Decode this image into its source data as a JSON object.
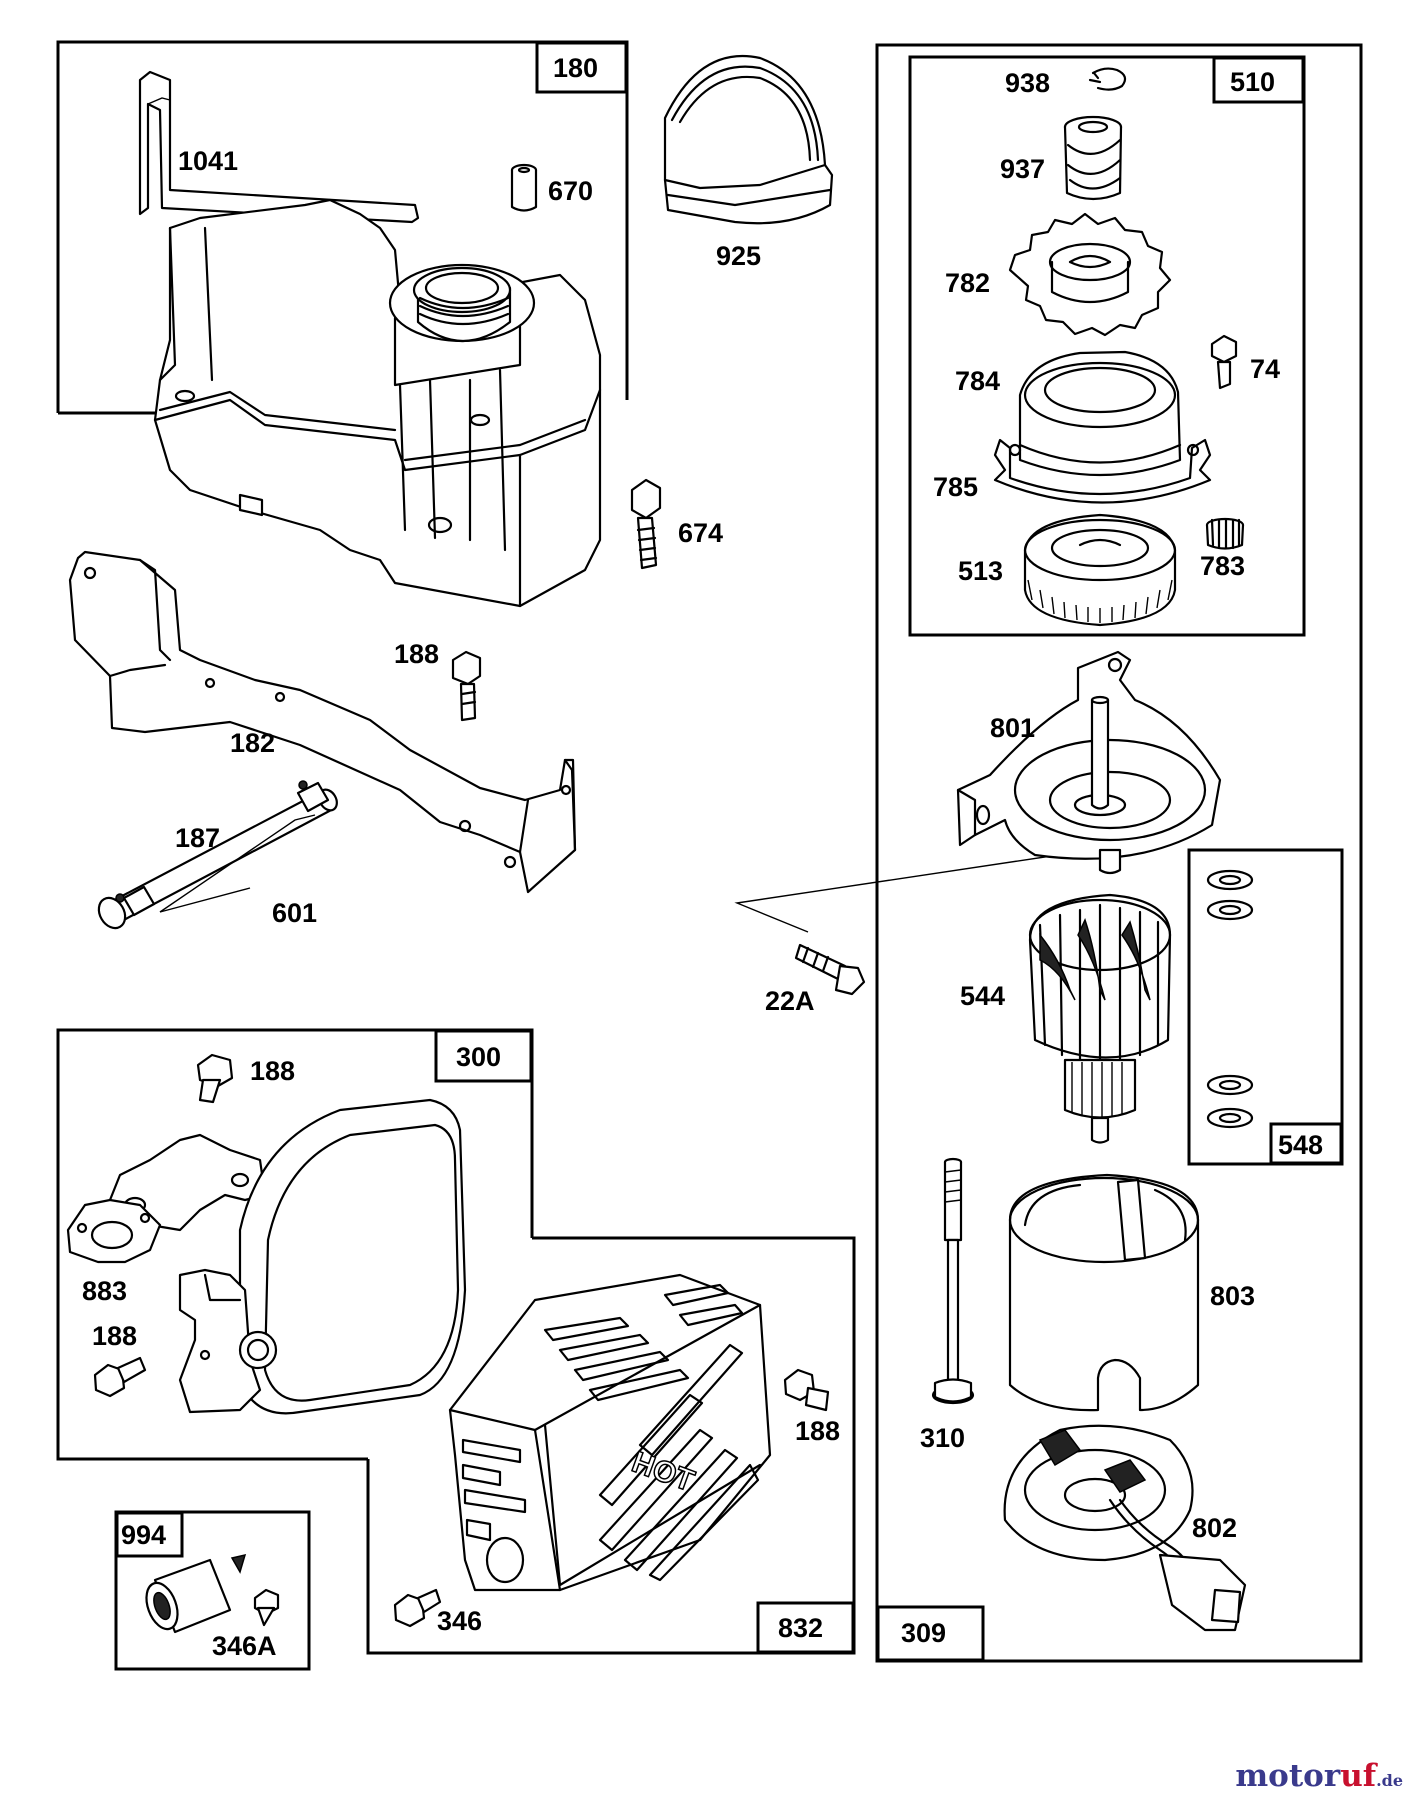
{
  "group_labels": {
    "g180": "180",
    "g510": "510",
    "g300": "300",
    "g832": "832",
    "g994": "994",
    "g548": "548",
    "g309": "309"
  },
  "part_labels": {
    "p1041": "1041",
    "p670": "670",
    "p925": "925",
    "p674": "674",
    "p188a": "188",
    "p182": "182",
    "p187": "187",
    "p601": "601",
    "p22a": "22A",
    "p938": "938",
    "p937": "937",
    "p782": "782",
    "p74": "74",
    "p784": "784",
    "p785": "785",
    "p513": "513",
    "p783": "783",
    "p801": "801",
    "p544": "544",
    "p803": "803",
    "p310": "310",
    "p802": "802",
    "p188b": "188",
    "p883": "883",
    "p188c": "188",
    "p188d": "188",
    "p346": "346",
    "p346a": "346A",
    "hot": "HOT"
  },
  "watermark": {
    "part1": "motor",
    "part2": "uf",
    "part3": ".de"
  }
}
